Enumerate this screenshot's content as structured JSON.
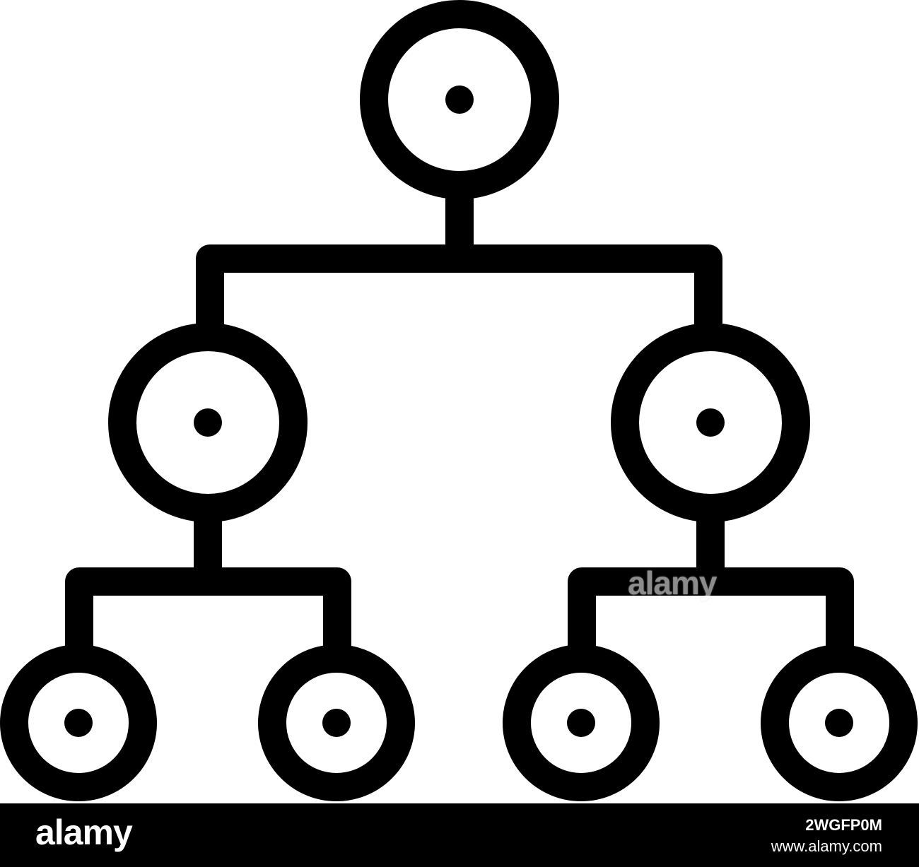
{
  "diagram": {
    "stroke_color": "#000000",
    "background": "#ffffff",
    "nodes": [
      {
        "id": "root",
        "level": 0
      },
      {
        "id": "left",
        "level": 1,
        "parent": "root"
      },
      {
        "id": "right",
        "level": 1,
        "parent": "root"
      },
      {
        "id": "left-left",
        "level": 2,
        "parent": "left"
      },
      {
        "id": "left-right",
        "level": 2,
        "parent": "left"
      },
      {
        "id": "right-left",
        "level": 2,
        "parent": "right"
      },
      {
        "id": "right-right",
        "level": 2,
        "parent": "right"
      }
    ]
  },
  "watermark": {
    "text": "alamy"
  },
  "footer": {
    "logo": "alamy",
    "image_id": "2WGFP0M",
    "url": "www.alamy.com",
    "background": "#000000",
    "text_color": "#ffffff"
  }
}
